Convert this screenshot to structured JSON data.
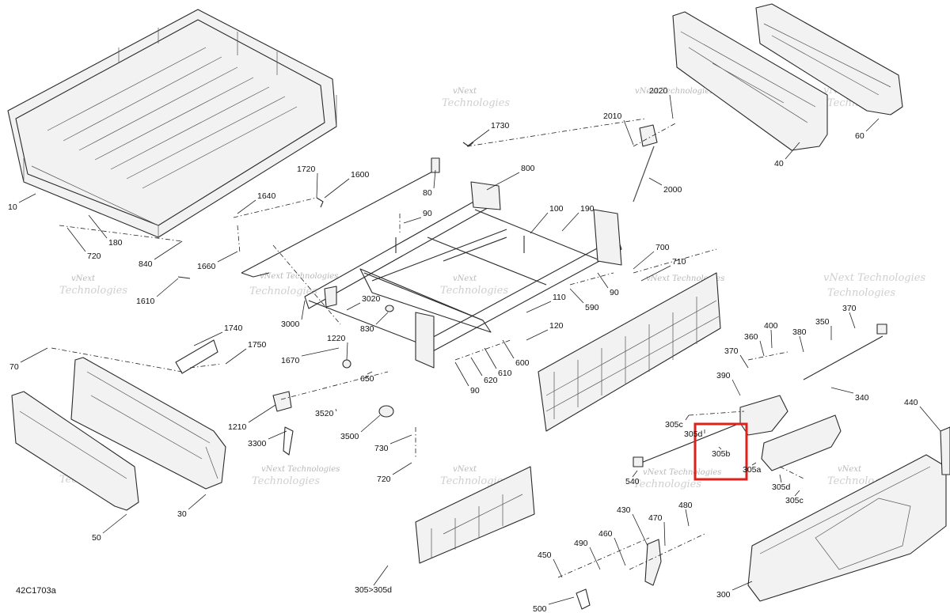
{
  "diagram_code": "42C1703a",
  "watermark": {
    "line1": "vNext",
    "line2": "Technologies",
    "combined": "vNext Technologies"
  },
  "highlight": {
    "label": "305b",
    "color": "#e0201b"
  },
  "labels": [
    "10",
    "180",
    "720",
    "840",
    "1600",
    "1640",
    "1660",
    "1610",
    "1720",
    "80",
    "90",
    "800",
    "1730",
    "2010",
    "2020",
    "2000",
    "40",
    "60",
    "100",
    "190",
    "700",
    "710",
    "90",
    "590",
    "110",
    "120",
    "600",
    "610",
    "620",
    "90",
    "3000",
    "3020",
    "830",
    "1670",
    "1220",
    "650",
    "1740",
    "1750",
    "70",
    "1210",
    "3300",
    "3520",
    "3500",
    "730",
    "720",
    "30",
    "50",
    "305>305d",
    "370",
    "400",
    "360",
    "380",
    "350",
    "370",
    "340",
    "390",
    "305c",
    "305d",
    "305b",
    "305a",
    "305d",
    "305c",
    "540",
    "440",
    "430",
    "470",
    "480",
    "490",
    "460",
    "450",
    "500",
    "300"
  ]
}
